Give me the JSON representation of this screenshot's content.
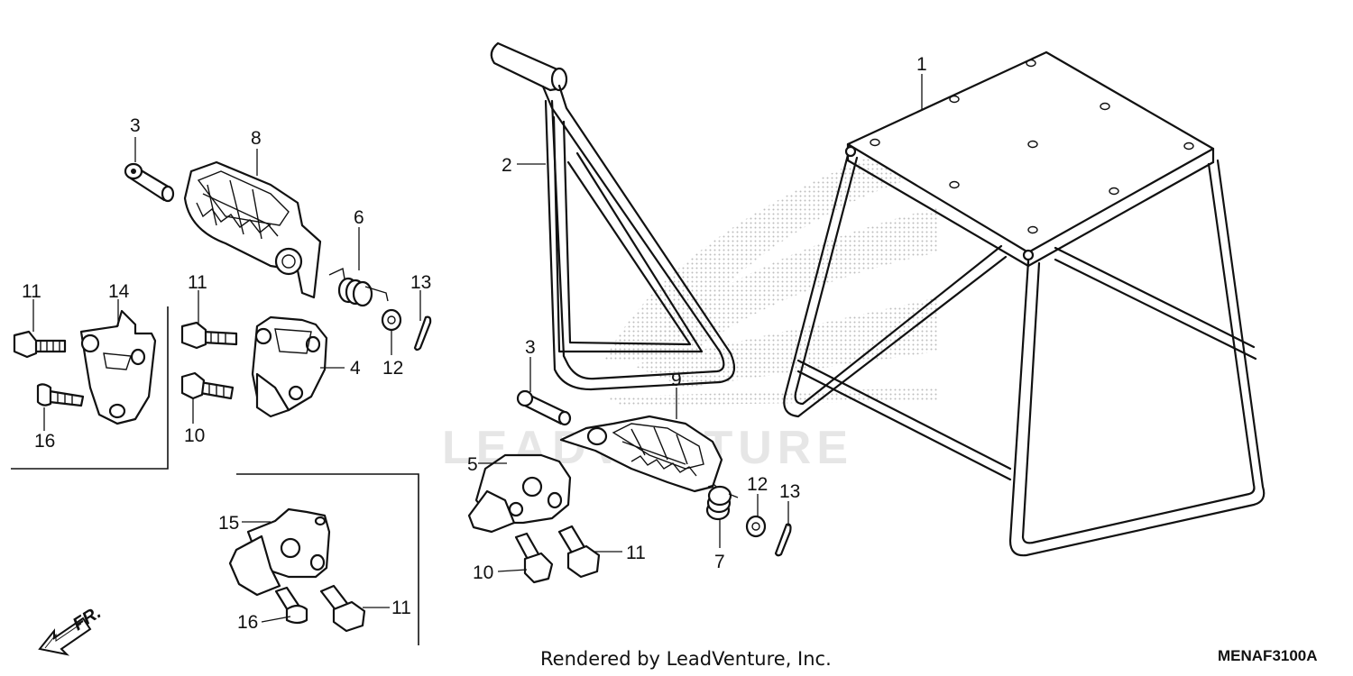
{
  "watermark": {
    "text": "LEADVENTURE"
  },
  "footer": {
    "credit": "Rendered by LeadVenture, Inc.",
    "code": "MENAF3100A"
  },
  "direction_label": "FR.",
  "callouts": [
    {
      "num": "1"
    },
    {
      "num": "2"
    },
    {
      "num": "3"
    },
    {
      "num": "8"
    },
    {
      "num": "6"
    },
    {
      "num": "13"
    },
    {
      "num": "11"
    },
    {
      "num": "14"
    },
    {
      "num": "11"
    },
    {
      "num": "4"
    },
    {
      "num": "12"
    },
    {
      "num": "10"
    },
    {
      "num": "16"
    },
    {
      "num": "3"
    },
    {
      "num": "9"
    },
    {
      "num": "5"
    },
    {
      "num": "12"
    },
    {
      "num": "13"
    },
    {
      "num": "11"
    },
    {
      "num": "10"
    },
    {
      "num": "7"
    },
    {
      "num": "15"
    },
    {
      "num": "16"
    },
    {
      "num": "11"
    }
  ]
}
